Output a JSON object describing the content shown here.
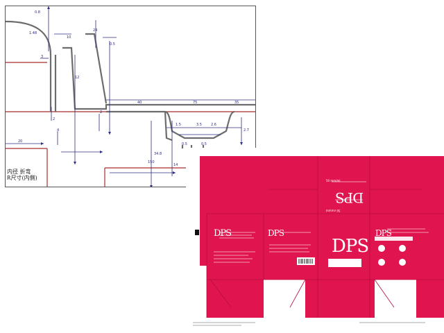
{
  "drawing": {
    "dims": [
      "0.8",
      "1.48",
      "10",
      "24",
      "12",
      "0.5",
      "40",
      "75",
      "35",
      "150",
      "4",
      "2",
      "2",
      "20",
      "1.5",
      "3.5",
      "34.8",
      "14",
      "0.5",
      "0.5",
      "2.7",
      "2.6",
      "3"
    ],
    "side_note_line1": "内径 折弯",
    "side_note_line2": "R尺寸(内側)"
  },
  "dieline": {
    "brand": "DPS",
    "top_flap_text": "50 mm/ml",
    "colors": {
      "magenta": "#e0144f",
      "dark": "#b80d3e"
    }
  }
}
